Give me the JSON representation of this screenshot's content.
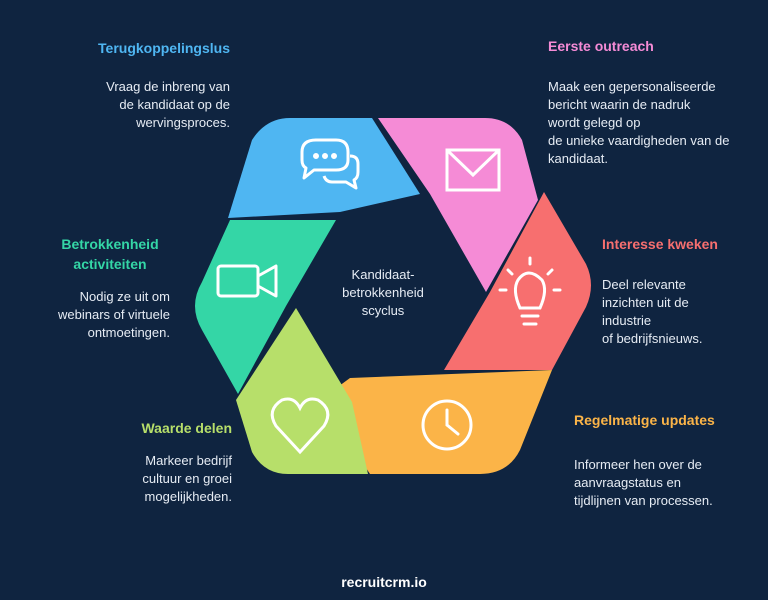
{
  "center": {
    "label": "Kandidaat-\nbetrokkenheid\nscyclus"
  },
  "steps": [
    {
      "title": "Eerste outreach",
      "desc": "Maak een gepersonaliseerde\nbericht waarin de nadruk\nwordt gelegd op\nde unieke vaardigheden van de\nkandidaat.",
      "color": "#f58bd6",
      "icon": "envelope-icon"
    },
    {
      "title": "Interesse kweken",
      "desc": "Deel relevante\ninzichten uit de\nindustrie\nof bedrijfsnieuws.",
      "color": "#f76f6f",
      "icon": "lightbulb-icon"
    },
    {
      "title": "Regelmatige updates",
      "desc": "Informeer hen over de\naanvraagstatus en\ntijdlijnen van processen.",
      "color": "#fbb448",
      "icon": "clock-icon"
    },
    {
      "title": "Waarde delen",
      "desc": "Markeer bedrijf\ncultuur en groei\nmogelijkheden.",
      "color": "#b7df6a",
      "icon": "heart-icon"
    },
    {
      "title": "Betrokkenheid\nactiviteiten",
      "desc": "Nodig ze uit om\nwebinars of virtuele\nontmoetingen.",
      "color": "#34d6a6",
      "icon": "video-camera-icon"
    },
    {
      "title": "Terugkoppelingslus",
      "desc": "Vraag de inbreng van\nde kandidaat op de\nwervingsproces.",
      "color": "#4fb6f2",
      "icon": "chat-bubbles-icon"
    }
  ],
  "brand": "recruitcrm.io"
}
